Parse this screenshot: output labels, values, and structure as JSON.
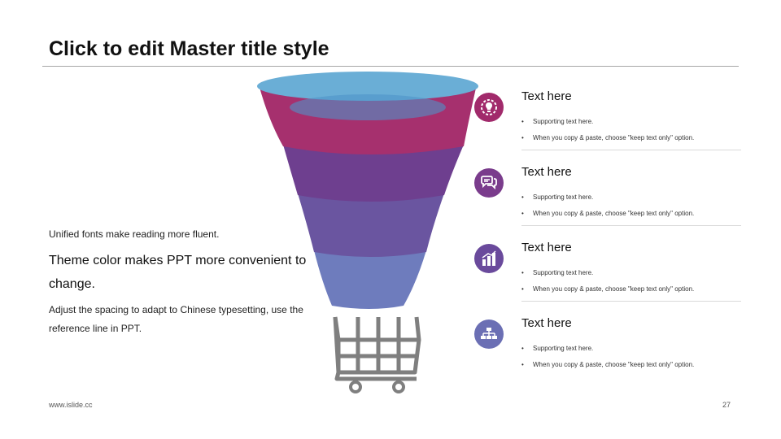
{
  "slide": {
    "title": "Click to edit Master title style",
    "left_small": "Unified fonts make reading more fluent.",
    "left_big": "Theme color makes PPT more convenient to change.",
    "left_spacing": "Adjust the spacing to adapt to Chinese typesetting, use the reference line in PPT.",
    "footer_url": "www.islide.cc",
    "page_number": "27"
  },
  "items": [
    {
      "title": "Text here",
      "icon": "bulb-gear-icon",
      "color": "#a12a6b",
      "bullets": [
        "Supporting text here.",
        "When you copy & paste, choose \"keep text only\" option."
      ]
    },
    {
      "title": "Text here",
      "icon": "chat-bubbles-icon",
      "color": "#7a3c8c",
      "bullets": [
        "Supporting text here.",
        "When you copy & paste, choose \"keep text only\" option."
      ]
    },
    {
      "title": "Text here",
      "icon": "bar-chart-icon",
      "color": "#6a4a9c",
      "bullets": [
        "Supporting text here.",
        "When you copy & paste, choose \"keep text only\" option."
      ]
    },
    {
      "title": "Text here",
      "icon": "org-chart-icon",
      "color": "#6b6fb4",
      "bullets": [
        "Supporting text here.",
        "When you copy & paste, choose \"keep text only\" option."
      ]
    }
  ],
  "colors": {
    "funnel_rim": "#6aaed6",
    "funnel_magenta": "#a6306e",
    "funnel_purple": "#6e3f8f",
    "funnel_violet": "#6a55a0",
    "funnel_blue": "#6e7cbd",
    "cart": "#7f7f7f"
  }
}
